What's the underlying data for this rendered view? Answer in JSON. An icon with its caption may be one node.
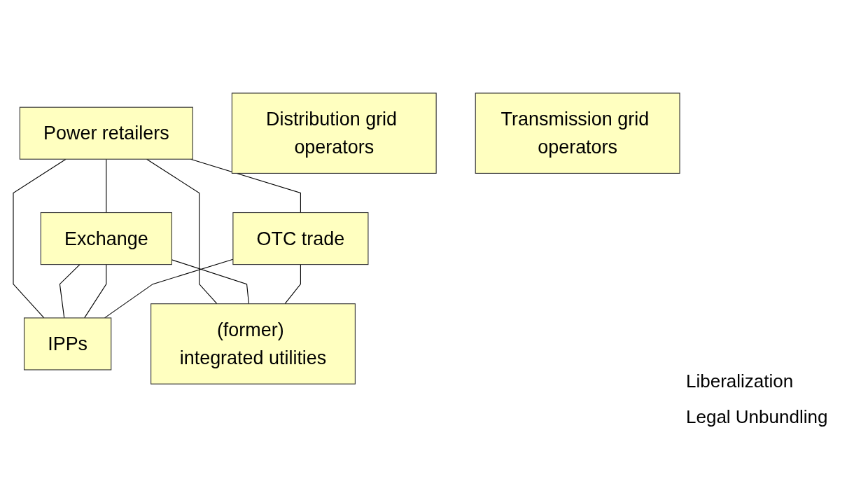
{
  "diagram": {
    "nodes": [
      {
        "text": [
          "Power retailers"
        ]
      },
      {
        "text": [
          "Distribution grid operators"
        ]
      },
      {
        "text": [
          "Exchange"
        ]
      },
      {
        "text": [
          "OTC trade"
        ]
      },
      {
        "text": [
          "IPPs"
        ]
      },
      {
        "text": [
          "(former) integrated utilities"
        ]
      },
      {
        "text": [
          "Transmission grid operators"
        ]
      }
    ],
    "edges": [
      {
        "from": 0,
        "to": 2,
        "arrow": "none"
      },
      {
        "from": 0,
        "to": 4,
        "arrow": "none"
      },
      {
        "from": 0,
        "to": 5,
        "arrow": "none"
      },
      {
        "from": 0,
        "to": 3,
        "arrow": "none"
      },
      {
        "from": 2,
        "to": 4,
        "arrow": "none"
      },
      {
        "from": 2,
        "to": 4,
        "arrow": "none"
      },
      {
        "from": 2,
        "to": 5,
        "arrow": "none"
      },
      {
        "from": 3,
        "to": 5,
        "arrow": "none"
      },
      {
        "from": 3,
        "to": 4,
        "arrow": "none"
      }
    ],
    "labels": [
      "Liberalization",
      "Legal Unbundling"
    ]
  }
}
